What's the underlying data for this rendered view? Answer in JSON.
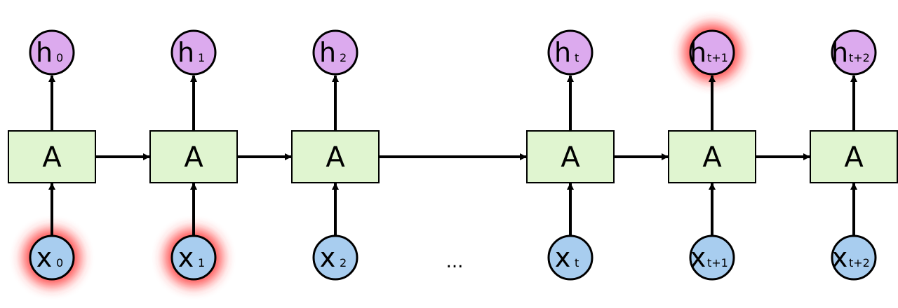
{
  "colors": {
    "cell_fill": "#e0f5d0",
    "hidden_fill": "#dcaaee",
    "input_fill": "#a8cdef",
    "glow": "#ff2a2a",
    "stroke": "#000000"
  },
  "cell_label": "A",
  "ellipsis": "...",
  "steps": [
    {
      "input_main": "x",
      "input_sub": "0",
      "hidden_main": "h",
      "hidden_sub": "0",
      "input_glow": true,
      "hidden_glow": false
    },
    {
      "input_main": "x",
      "input_sub": "1",
      "hidden_main": "h",
      "hidden_sub": "1",
      "input_glow": true,
      "hidden_glow": false
    },
    {
      "input_main": "x",
      "input_sub": "2",
      "hidden_main": "h",
      "hidden_sub": "2",
      "input_glow": false,
      "hidden_glow": false
    },
    {
      "input_main": "x",
      "input_sub": "t",
      "hidden_main": "h",
      "hidden_sub": "t",
      "input_glow": false,
      "hidden_glow": false
    },
    {
      "input_main": "x",
      "input_sub": "t+1",
      "hidden_main": "h",
      "hidden_sub": "t+1",
      "input_glow": false,
      "hidden_glow": true
    },
    {
      "input_main": "x",
      "input_sub": "t+2",
      "hidden_main": "h",
      "hidden_sub": "t+2",
      "input_glow": false,
      "hidden_glow": false
    }
  ]
}
